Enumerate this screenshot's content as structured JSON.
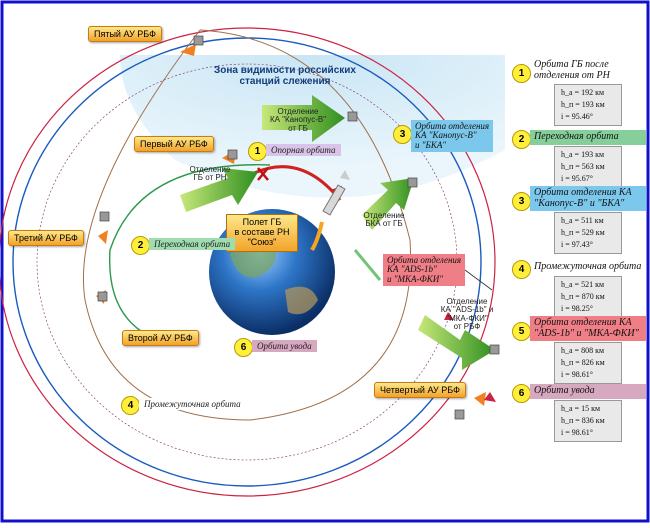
{
  "visibility_zone": [
    "Зона видимости российских",
    "станций слежения"
  ],
  "boosters": {
    "fifth": "Пятый АУ РБФ",
    "first": "Первый АУ РБФ",
    "third": "Третий АУ РБФ",
    "second": "Второй АУ РБФ",
    "fourth": "Четвертый АУ РБФ"
  },
  "separations": {
    "kanopus_from_gb": [
      "Отделение",
      "КА \"Канопус-В\"",
      "от ГБ"
    ],
    "gb_from_rn": [
      "Отделение",
      "ГБ от РН"
    ],
    "bka_from_gb": [
      "Отделение",
      "БКА от ГБ"
    ],
    "ads_from_rbf": [
      "Отделение",
      "КА \"ADS-1b\" и",
      "\"МКА-ФКИ\"",
      "от РБФ"
    ]
  },
  "launch": [
    "Полет ГБ",
    "в составе РН",
    "\"Союз\""
  ],
  "diagram_orbits": [
    {
      "num": "1",
      "label": "Опорная орбита"
    },
    {
      "num": "2",
      "label": "Переходная орбита"
    },
    {
      "num": "3",
      "label": [
        "Орбита отделения",
        "КА \"Канопус-В\"",
        "и \"БКА\""
      ]
    },
    {
      "num": "4",
      "label": "Промежуточная орбита"
    },
    {
      "num": "5",
      "label": [
        "Орбита отделения",
        "КА \"ADS-1b\"",
        "и \"МКА-ФКИ\""
      ]
    },
    {
      "num": "6",
      "label": "Орбита увода"
    }
  ],
  "sidebar": [
    {
      "num": "1",
      "title": [
        "Орбита ГБ после",
        "отделения от РН"
      ],
      "color": "#ffffff",
      "params": [
        "h_a = 192 км",
        "h_п = 193 км",
        "i = 95.46°"
      ]
    },
    {
      "num": "2",
      "title": [
        "Переходная орбита"
      ],
      "color": "#86cf9a",
      "params": [
        "h_a = 193 км",
        "h_п = 563 км",
        "i = 95.67°"
      ]
    },
    {
      "num": "3",
      "title": [
        "Орбита отделения КА",
        "\"Канопус-В\" и \"БКА\""
      ],
      "color": "#7cc7ec",
      "params": [
        "h_a = 511 км",
        "h_п = 529 км",
        "i = 97.43°"
      ]
    },
    {
      "num": "4",
      "title": [
        "Промежуточная орбита"
      ],
      "color": "#ffffff",
      "params": [
        "h_a = 521 км",
        "h_п = 870 км",
        "i = 98.25°"
      ]
    },
    {
      "num": "5",
      "title": [
        "Орбита отделения КА",
        "\"ADS-1b\" и \"МКА-ФКИ\""
      ],
      "color": "#f07e86",
      "params": [
        "h_a = 808 км",
        "h_п = 826 км",
        "i = 98.61°"
      ]
    },
    {
      "num": "6",
      "title": [
        "Орбита увода"
      ],
      "color": "#d7a9c0",
      "params": [
        "h_a = 15 км",
        "h_п = 836 км",
        "i = 98.61°"
      ]
    }
  ],
  "colors": {
    "frame": "#1111cc",
    "zone": "#bfe1f3",
    "orbit_blue": "#1a5bbf",
    "orbit_red": "#cc2244",
    "orbit_brown": "#a0704a",
    "accent_red": "#e02020"
  }
}
